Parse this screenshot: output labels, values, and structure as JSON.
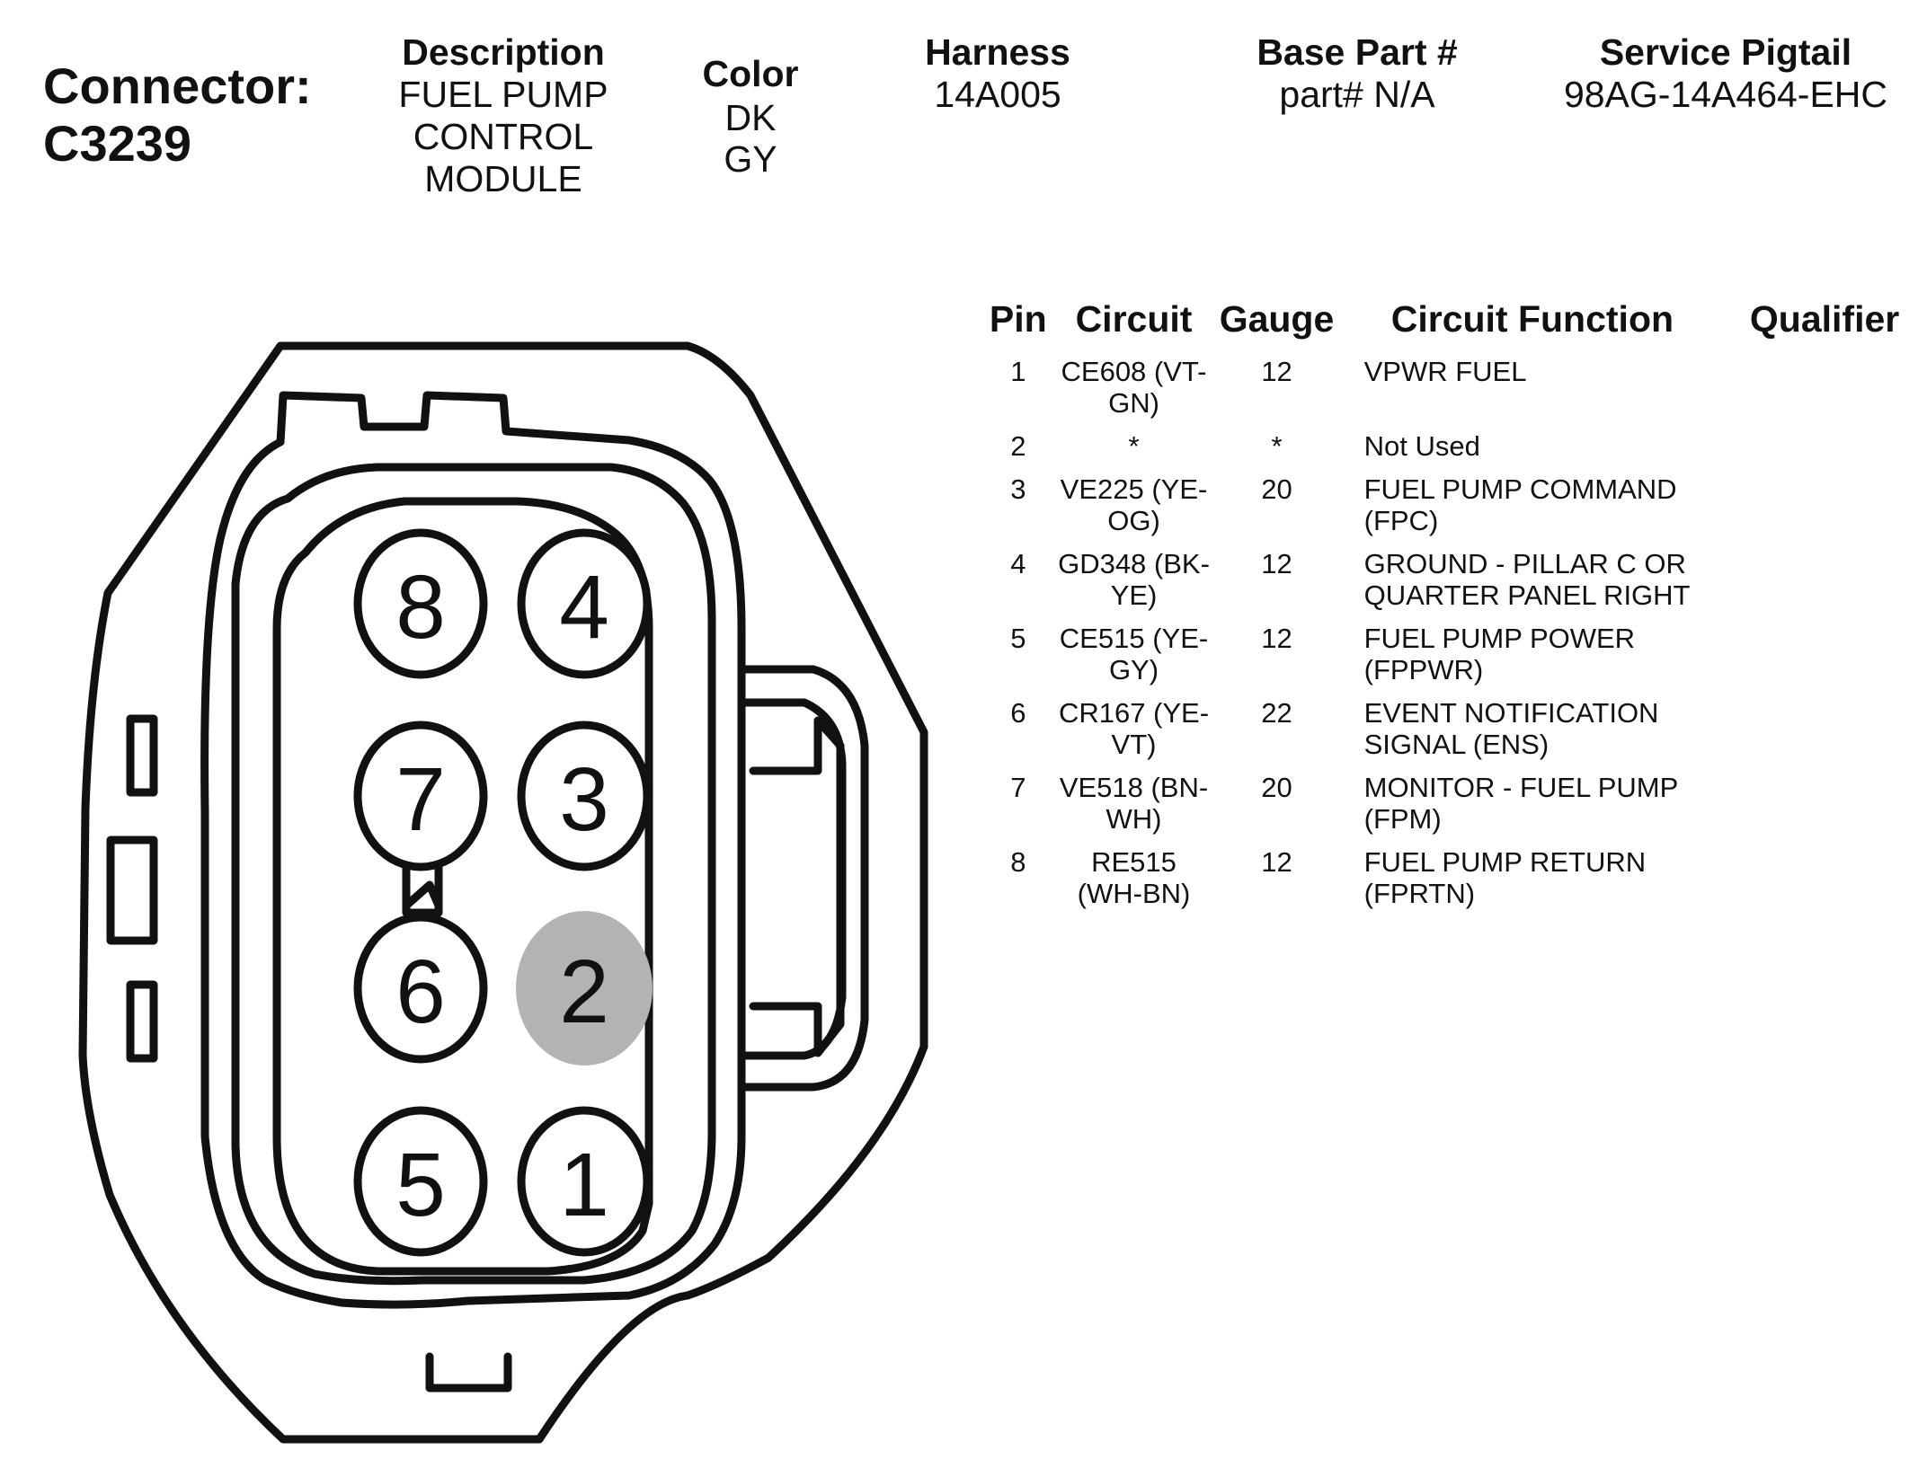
{
  "connector": {
    "label": "Connector:",
    "id": "C3239"
  },
  "header": {
    "description": {
      "label": "Description",
      "lines": [
        "FUEL PUMP",
        "CONTROL",
        "MODULE"
      ]
    },
    "color": {
      "label": "Color",
      "lines": [
        "DK",
        "GY"
      ]
    },
    "harness": {
      "label": "Harness",
      "value": "14A005"
    },
    "base_part": {
      "label": "Base Part #",
      "value": "part# N/A"
    },
    "service_pigtail": {
      "label": "Service Pigtail",
      "value": "98AG-14A464-EHC"
    }
  },
  "table": {
    "headers": {
      "pin": "Pin",
      "circuit": "Circuit",
      "gauge": "Gauge",
      "function": "Circuit Function",
      "qualifier": "Qualifier"
    },
    "rows": [
      {
        "pin": "1",
        "circuit": [
          "CE608 (VT-",
          "GN)"
        ],
        "gauge": "12",
        "function": [
          "VPWR FUEL"
        ],
        "qualifier": ""
      },
      {
        "pin": "2",
        "circuit": [
          "*"
        ],
        "gauge": "*",
        "function": [
          "Not Used"
        ],
        "qualifier": ""
      },
      {
        "pin": "3",
        "circuit": [
          "VE225 (YE-",
          "OG)"
        ],
        "gauge": "20",
        "function": [
          "FUEL PUMP COMMAND",
          "(FPC)"
        ],
        "qualifier": ""
      },
      {
        "pin": "4",
        "circuit": [
          "GD348 (BK-",
          "YE)"
        ],
        "gauge": "12",
        "function": [
          "GROUND - PILLAR C OR",
          "QUARTER PANEL RIGHT"
        ],
        "qualifier": ""
      },
      {
        "pin": "5",
        "circuit": [
          "CE515 (YE-",
          "GY)"
        ],
        "gauge": "12",
        "function": [
          "FUEL PUMP POWER",
          "(FPPWR)"
        ],
        "qualifier": ""
      },
      {
        "pin": "6",
        "circuit": [
          "CR167 (YE-",
          "VT)"
        ],
        "gauge": "22",
        "function": [
          "EVENT NOTIFICATION",
          "SIGNAL (ENS)"
        ],
        "qualifier": ""
      },
      {
        "pin": "7",
        "circuit": [
          "VE518 (BN-",
          "WH)"
        ],
        "gauge": "20",
        "function": [
          "MONITOR - FUEL PUMP",
          "(FPM)"
        ],
        "qualifier": ""
      },
      {
        "pin": "8",
        "circuit": [
          "RE515",
          "(WH-BN)"
        ],
        "gauge": "12",
        "function": [
          "FUEL PUMP RETURN",
          "(FPRTN)"
        ],
        "qualifier": ""
      }
    ]
  },
  "diagram": {
    "pins": [
      {
        "number": "8",
        "used": true
      },
      {
        "number": "4",
        "used": true
      },
      {
        "number": "7",
        "used": true
      },
      {
        "number": "3",
        "used": true
      },
      {
        "number": "6",
        "used": true
      },
      {
        "number": "2",
        "used": false
      },
      {
        "number": "5",
        "used": true
      },
      {
        "number": "1",
        "used": true
      }
    ],
    "unused_pin_color": "#b3b3b3",
    "line_color": "#111111"
  }
}
